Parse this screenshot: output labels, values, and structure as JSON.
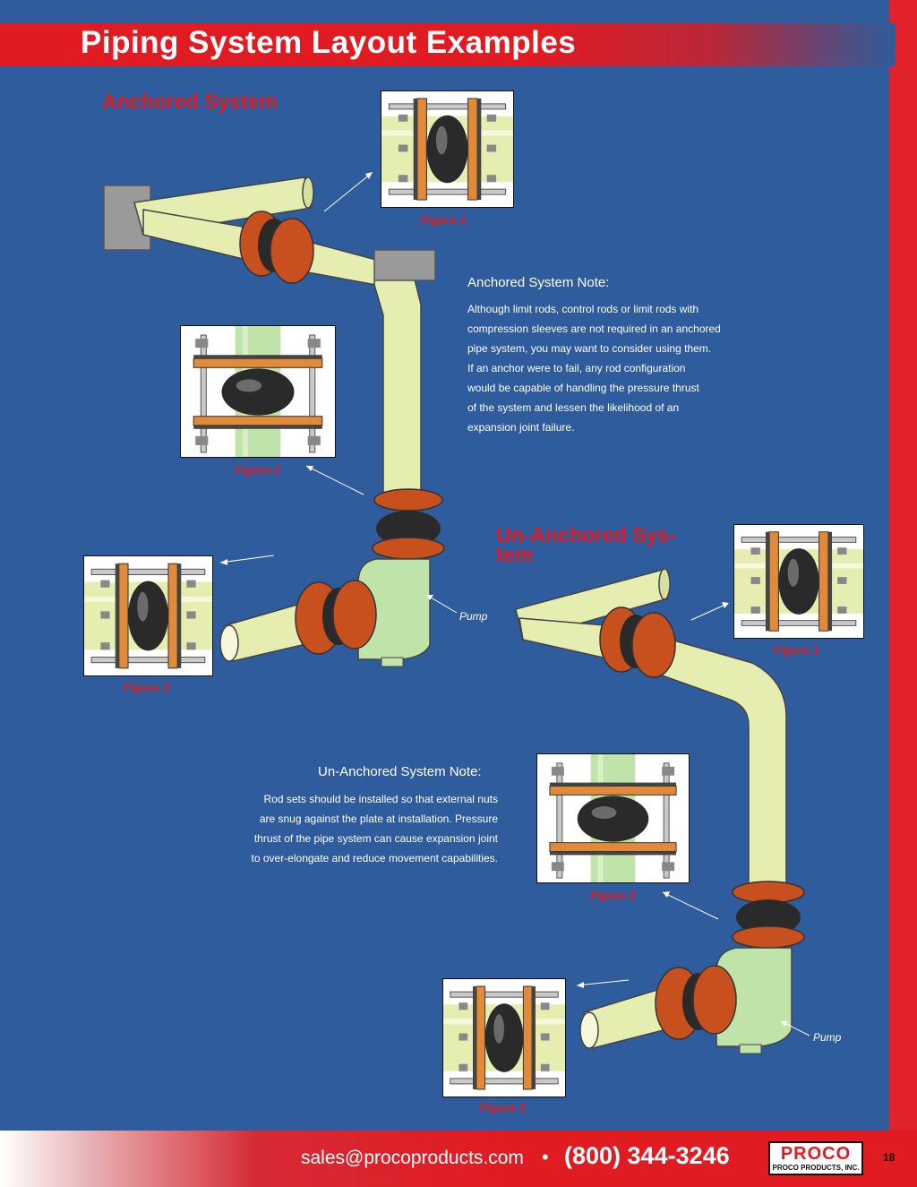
{
  "header": {
    "title": "Piping System Layout Examples"
  },
  "anchored": {
    "title": "Anchored System",
    "figure_labels": [
      "Figure 1",
      "Figure 2",
      "Figure 3"
    ],
    "pump_label": "Pump",
    "note": {
      "heading": "Anchored System Note:",
      "lines": [
        "Although limit rods, control rods or limit rods with",
        "compression sleeves are not required in an anchored",
        "pipe system, you may want to consider using them.",
        "If an anchor were to fail, any rod configuration",
        "would be capable of handling the pressure thrust",
        "of the system and lessen the likelihood of an",
        "expansion joint failure."
      ]
    }
  },
  "unanchored": {
    "title_lines": [
      "Un-Anchored Sys-",
      "tem"
    ],
    "figure_labels": [
      "Figure 1",
      "Figure 2",
      "Figure 3"
    ],
    "pump_label": "Pump",
    "note": {
      "heading": "Un-Anchored System Note:",
      "lines": [
        "Rod sets should be installed so that external nuts",
        "are snug against the plate at installation.  Pressure",
        "thrust of the pipe system can cause expansion joint",
        "to over-elongate and reduce movement capabilities."
      ]
    }
  },
  "footer": {
    "email": "sales@procoproducts.com",
    "separator": "•",
    "phone": "(800) 344-3246",
    "logo_word": "PROCO",
    "logo_sub": "PROCO PRODUCTS, INC.",
    "page_number": "18"
  },
  "colors": {
    "background_blue": "#2e5c9c",
    "brand_red": "#e11b22",
    "pipe_yellow": "#e6edb0",
    "pipe_green": "#bfe3a8",
    "flange_orange": "#c8501f"
  }
}
